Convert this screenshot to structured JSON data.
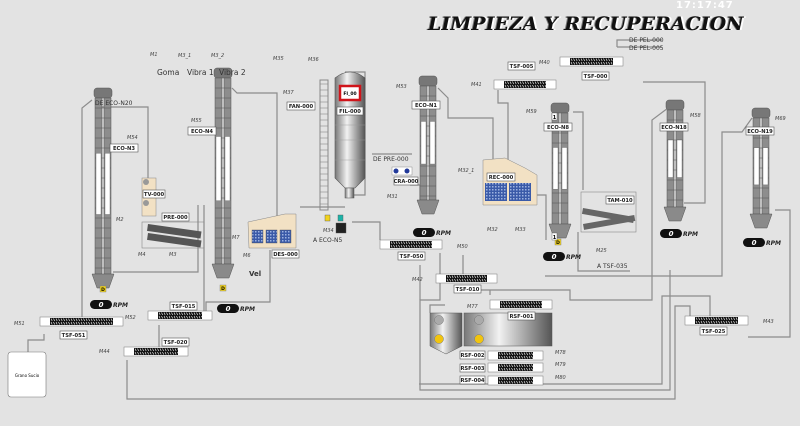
{
  "header": {
    "title": "LIMPIEZA Y RECUPERACION",
    "clock": "17:17:47"
  },
  "colors": {
    "background": "#e3e3e3",
    "alarm": "#d0141a",
    "indicator": "#f1d21c",
    "pipe": "#8c8c8c"
  },
  "top_buttons": {
    "goma": "Goma",
    "vibra1": "Vibra 1",
    "vibra2": "Vibra 2"
  },
  "elevators": [
    {
      "tag": "ECO-N3",
      "motor": "M54",
      "rpm": "0",
      "rpm_unit": "RPM"
    },
    {
      "tag": "ECO-N4",
      "motor": "M55",
      "rpm": "0",
      "rpm_unit": "RPM"
    },
    {
      "tag": "ECO-N1",
      "motor": "M53",
      "rpm": "0",
      "rpm_unit": "RPM"
    },
    {
      "tag": "ECO-N8",
      "motor": "M59",
      "rpm": "0",
      "rpm_unit": "RPM"
    },
    {
      "tag": "ECO-N18",
      "motor": "M58",
      "rpm": "0",
      "rpm_unit": "RPM"
    },
    {
      "tag": "ECO-N19",
      "motor": "M69",
      "rpm": "0",
      "rpm_unit": "RPM"
    }
  ],
  "conveyors": [
    {
      "tag": "TSF-005"
    },
    {
      "tag": "TSF-000"
    },
    {
      "tag": "TSF-050"
    },
    {
      "tag": "TSF-010"
    },
    {
      "tag": "RSF-001"
    },
    {
      "tag": "TSF-025"
    },
    {
      "tag": "TSF-051"
    },
    {
      "tag": "TSF-015"
    },
    {
      "tag": "TSF-020"
    },
    {
      "tag": "RSF-002"
    },
    {
      "tag": "RSF-003"
    },
    {
      "tag": "RSF-004"
    }
  ],
  "equipment": {
    "silo": "FIL-000",
    "silo_alarm": "FI_00",
    "fan": "FAN-000",
    "pre": "PRE-000",
    "tv": "TV-000",
    "des": "DES-000",
    "rec": "REC-000",
    "tam": "TAM-010",
    "cra": "CRA-000",
    "bin": "Grano Sucio",
    "vel": "Vel",
    "badge_d": "D",
    "badge_1": "1"
  },
  "destinations": {
    "de_eco_n20": "DE ECO-N20",
    "de_pre_000": "DE PRE-000",
    "a_eco_n5": "A ECO-N5",
    "a_tsf_035": "A TSF-035",
    "de_pel_000": "DE PEL-000",
    "de_pel_005": "DE PEL-005"
  },
  "motors": {
    "m1": "M1",
    "m3_1": "M3_1",
    "m3_2": "M3_2",
    "m35": "M35",
    "m36": "M36",
    "m37": "M37",
    "m2": "M2",
    "m4": "M4",
    "m3": "M3",
    "m7": "M7",
    "m6": "M6",
    "m34": "M34",
    "m31": "M31",
    "m40": "M40",
    "m41": "M41",
    "m32_1": "M32_1",
    "m32": "M32",
    "m33": "M33",
    "m25": "M25",
    "m50": "M50",
    "m42": "M42",
    "m77": "M77",
    "m78": "M78",
    "m79": "M79",
    "m80": "M80",
    "m43": "M43",
    "m51": "M51",
    "m52": "M52",
    "m44": "M44"
  }
}
